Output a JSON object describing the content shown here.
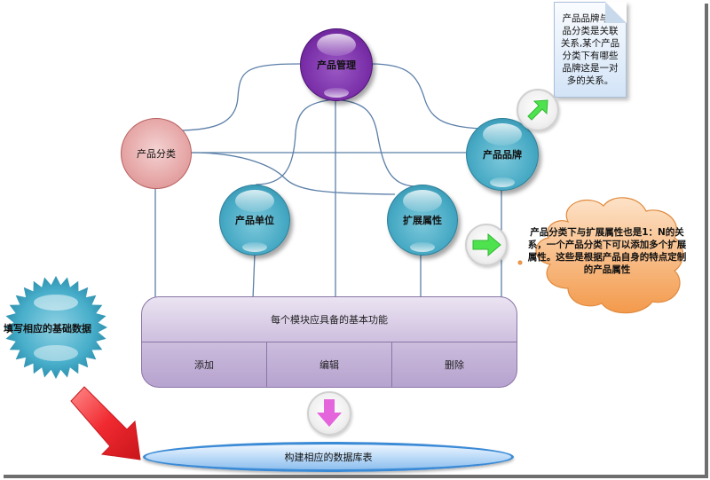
{
  "diagram": {
    "nodes": {
      "product_management": "产品管理",
      "product_category": "产品分类",
      "product_brand": "产品品牌",
      "product_unit": "产品单位",
      "extended_attributes": "扩展属性"
    },
    "functions_box": {
      "title": "每个模块应具备的基本功能",
      "actions": [
        "添加",
        "编辑",
        "删除"
      ]
    },
    "notes": {
      "brand_category_note": "产品品牌与产品分类是关联关系,某个产品分类下有哪些品牌这是一对多的关系。",
      "attribute_note": "产品分类下与扩展属性也是1：N的关系，一个产品分类下可以添加多个扩展属性。这些是根据产品自身的特点定制的产品属性",
      "basic_data_note": "填写相应的基础数据"
    },
    "database_table": "构建相应的数据库表"
  },
  "colors": {
    "connector": "#5b7fa8",
    "management_node": "#7a2fa8",
    "teal_node": "#46a9c4",
    "category_node": "#e6a6a6",
    "function_box": "#c7b7da",
    "cloud": "#f6a55c",
    "arrow_red": "#e8242a",
    "arrow_green": "#4ee24e",
    "arrow_pink": "#e04ad6",
    "db_border": "#3a8ad6"
  }
}
